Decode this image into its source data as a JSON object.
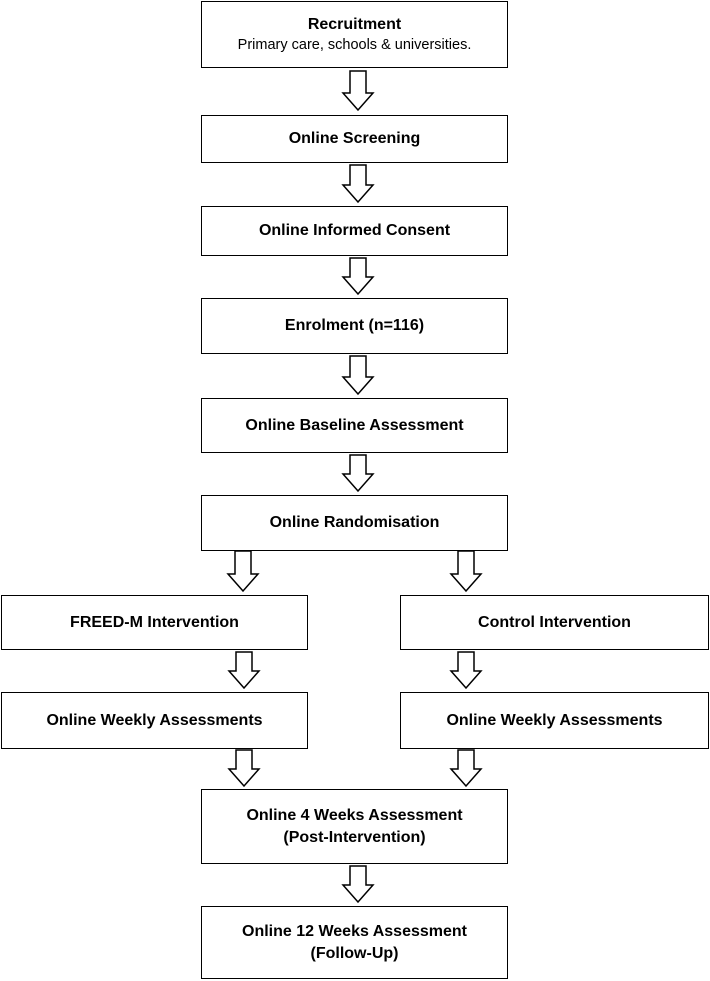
{
  "flow": {
    "recruitment": {
      "title": "Recruitment",
      "subtitle": "Primary care, schools & universities."
    },
    "screening": {
      "title": "Online Screening"
    },
    "consent": {
      "title": "Online Informed Consent"
    },
    "enrolment": {
      "title": "Enrolment (n=116)"
    },
    "baseline": {
      "title": "Online Baseline Assessment"
    },
    "randomisation": {
      "title": "Online Randomisation"
    },
    "freed_m": {
      "title": "FREED-M Intervention"
    },
    "control": {
      "title": "Control Intervention"
    },
    "weekly_left": {
      "title": "Online Weekly Assessments"
    },
    "weekly_right": {
      "title": "Online Weekly Assessments"
    },
    "week4": {
      "line1": "Online 4 Weeks Assessment",
      "line2": "(Post-Intervention)"
    },
    "week12": {
      "line1": "Online 12 Weeks Assessment",
      "line2": "(Follow-Up)"
    }
  }
}
